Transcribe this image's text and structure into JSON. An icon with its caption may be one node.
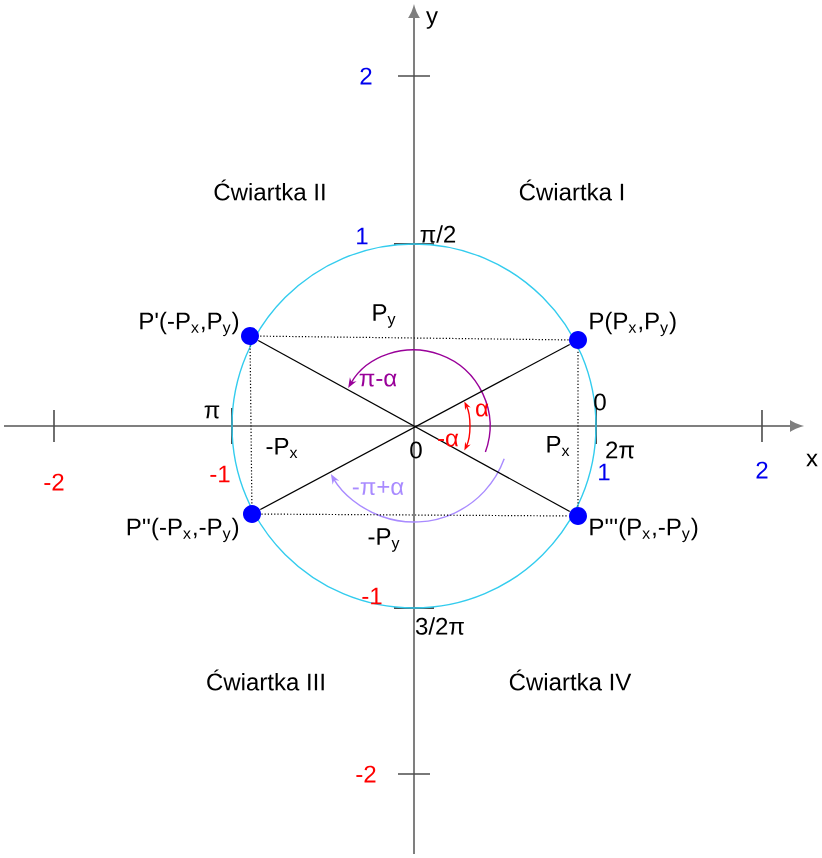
{
  "diagram": {
    "nodes": [
      {
        "text": [],
        "shape": "circle",
        "beside": [
          "P(P$_{x}$,P$_{y}$)"
        ]
      },
      {
        "text": [],
        "shape": "circle",
        "beside": [
          "P'(-P$_{x}$,P$_{y}$)"
        ]
      },
      {
        "text": [],
        "shape": "circle",
        "beside": [
          "P''(-P$_{x}$,-P$_{y}$)"
        ]
      },
      {
        "text": [],
        "shape": "circle",
        "beside": [
          "P'''(P$_{x}$,-P$_{y}$)"
        ]
      }
    ],
    "edges": [
      {
        "from": 1,
        "to": 3,
        "arrow": "none"
      },
      {
        "from": 0,
        "to": 2,
        "arrow": "none"
      },
      {
        "from": 0,
        "to": 1,
        "arrow": "none",
        "style": "dashed"
      },
      {
        "from": 1,
        "to": 2,
        "arrow": "none",
        "style": "dashed"
      },
      {
        "from": 2,
        "to": 3,
        "arrow": "none",
        "style": "dashed"
      },
      {
        "from": 3,
        "to": 0,
        "arrow": "none",
        "style": "dashed"
      }
    ],
    "labels": [
      "y",
      "2",
      "Ćwiartka II",
      "Ćwiartka I",
      "1",
      "π/2",
      "P$_{y}$",
      "π-α",
      "π",
      "α",
      "0",
      "-P$_{x}$",
      "0",
      "-α",
      "P$_{x}$",
      "2π",
      "-2",
      "-1",
      "-π+α",
      "1",
      "2",
      "x",
      "-P$_{y}$",
      "-1",
      "3/2π",
      "Ćwiartka III",
      "Ćwiartka IV",
      "-2"
    ]
  }
}
